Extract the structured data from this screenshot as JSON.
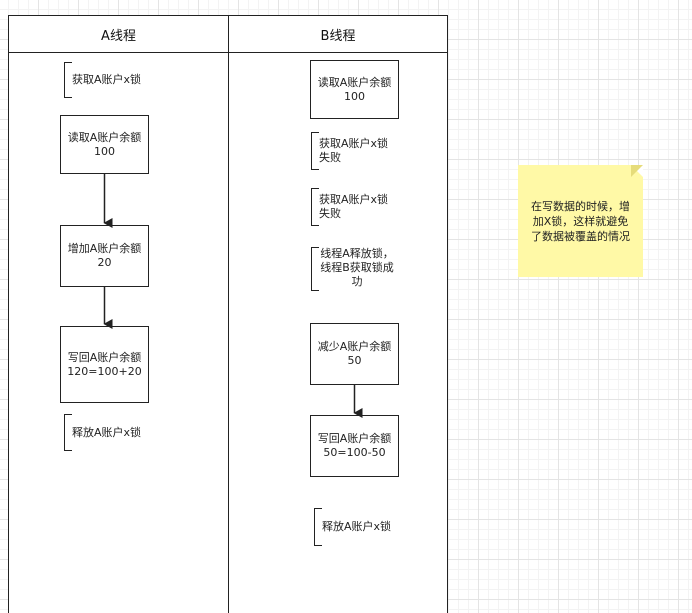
{
  "lanes": {
    "a": {
      "title": "A线程"
    },
    "b": {
      "title": "B线程"
    }
  },
  "a_steps": {
    "lock_note": "获取A账户x锁",
    "read_box": "读取A账户余额100",
    "add_box": "增加A账户余额20",
    "write_box": "写回A账户余额120=100+20",
    "release_note": "释放A账户x锁"
  },
  "b_steps": {
    "read_box": "读取A账户余额100",
    "lock_fail_note_1": "获取A账户x锁失败",
    "lock_fail_note_2": "获取A账户x锁失败",
    "lock_success_note": "线程A释放锁，线程B获取锁成功",
    "reduce_box": "减少A账户余额50",
    "write_box": "写回A账户余额50=100-50",
    "release_note": "释放A账户x锁"
  },
  "sticky_note": {
    "text": "在写数据的时候，增加X锁，这样就避免了数据被覆盖的情况",
    "color": "#fff9a6"
  },
  "colors": {
    "line": "#222222",
    "grid": "#e4e4e4"
  }
}
